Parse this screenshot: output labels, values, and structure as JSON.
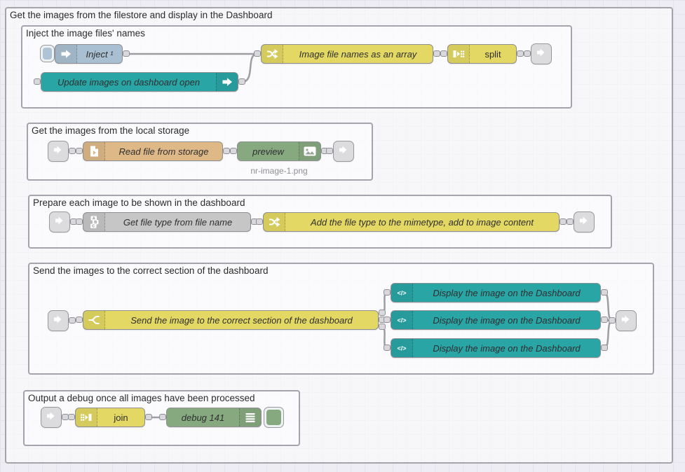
{
  "canvas": {
    "background": "#ededf3",
    "grid_line": "#e3e3ee"
  },
  "groups": {
    "outer": {
      "label": "Get the images from the filestore and display in the Dashboard"
    },
    "inject": {
      "label": "Inject the image files' names"
    },
    "storage": {
      "label": "Get the images from the local storage"
    },
    "prepare": {
      "label": "Prepare each image to be shown in the dashboard"
    },
    "send": {
      "label": "Send the images to the correct section of the dashboard"
    },
    "debug": {
      "label": "Output a debug once all images have been processed"
    }
  },
  "nodes": {
    "inject": {
      "label": "Inject ¹",
      "color": "#a9c0d2",
      "icon": "arrow-right-icon"
    },
    "update_images": {
      "label": "Update images on dashboard open",
      "color": "#2aa5a5",
      "icon": "arrow-right-icon"
    },
    "filenames_array": {
      "label": "Image file names as an array",
      "color": "#e3d863",
      "icon": "swap-icon"
    },
    "split": {
      "label": "split",
      "color": "#e3d863",
      "icon": "split-icon"
    },
    "read_file": {
      "label": "Read file from storage",
      "color": "#deb887",
      "icon": "file-icon"
    },
    "preview": {
      "label": "preview",
      "color": "#87a980",
      "icon": "image-icon",
      "status": "nr-image-1.png"
    },
    "get_file_type": {
      "label": "Get file type from file name",
      "color": "#c6c6c6",
      "icon": "abc-icon"
    },
    "add_mimetype": {
      "label": "Add the file type to the mimetype, add to image content",
      "color": "#e3d863",
      "icon": "swap-icon"
    },
    "switch_send": {
      "label": "Send the image to the correct section of the dashboard",
      "color": "#e3d863",
      "icon": "switch-icon"
    },
    "display_1": {
      "label": "Display the image on the Dashboard",
      "color": "#2aa5a5",
      "icon": "code-icon"
    },
    "display_2": {
      "label": "Display the image on the Dashboard",
      "color": "#2aa5a5",
      "icon": "code-icon"
    },
    "display_3": {
      "label": "Display the image on the Dashboard",
      "color": "#2aa5a5",
      "icon": "code-icon"
    },
    "join": {
      "label": "join",
      "color": "#e3d863",
      "icon": "join-icon"
    },
    "debug_141": {
      "label": "debug 141",
      "color": "#87a980",
      "icon": "list-icon"
    }
  }
}
